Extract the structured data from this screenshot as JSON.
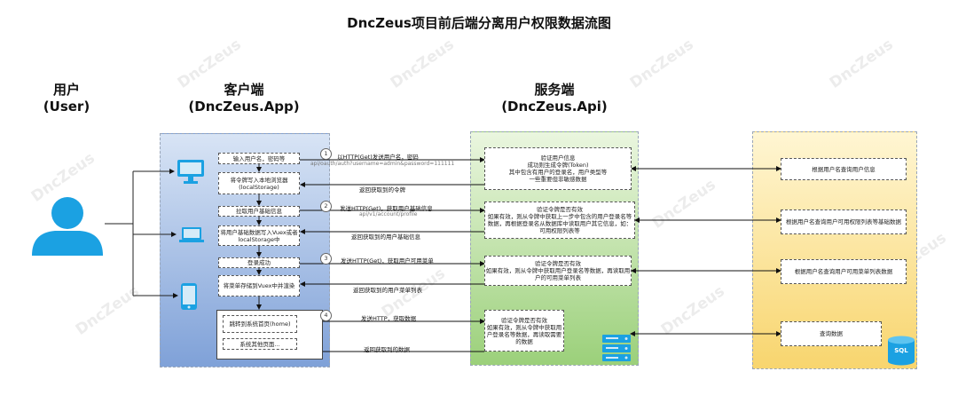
{
  "title": "DncZeus项目前后端分离用户权限数据流图",
  "watermark": "DncZeus",
  "columns": {
    "user": {
      "name": "用户",
      "en": "(User)"
    },
    "client": {
      "name": "客户端",
      "en": "(DncZeus.App)"
    },
    "server": {
      "name": "服务端",
      "en": "(DncZeus.Api)"
    }
  },
  "client_boxes": {
    "login_input": "输入用户名，密码等",
    "store_token": "将令牌写入本地浏览器(localStorage)",
    "pull_basic": "拉取用户基础信息",
    "write_vuex": "将用户基础数据写入Vuex或者localStorage中",
    "login_ok": "登录成功",
    "store_menu": "将菜单存储到Vuex中并渲染",
    "jump_home": "跳转到系统首页(home)",
    "other_pages": "系统其他页面..."
  },
  "server_boxes": {
    "verify_user": "验证用户信息\n成功则生成令牌(Token)\n其中包含有用户的登录名，用户类型等\n一些重要但非敏感数据",
    "verify_token_1": "验证令牌是否有效\n如果有效，则从令牌中获取上一步中包含的用户登录名等数据，再根据登录名从数据库中读取用户其它信息，如：可用权限列表等",
    "verify_token_2": "验证令牌是否有效\n如果有效，则从令牌中获取用户登录名等数据，再读取用户的可用菜单列表",
    "verify_token_3": "验证令牌是否有效\n如果有效，则从令牌中获取用户登录名等数据，再读取需要的数据"
  },
  "db_boxes": {
    "query_user": "根据用户名查询用户信息",
    "query_perm": "根据用户名查询用户可用权限列表等基础数据",
    "query_menu": "根据用户名查询用户可用菜单列表数据",
    "query_data": "查询数据"
  },
  "db_icon_label": "SQL",
  "steps": [
    "1",
    "2",
    "3",
    "4"
  ],
  "arrows": {
    "req1": "以HTTP(Get)发送用户名，密码",
    "req1_url": "api/oauth/auth?username=admin&password=111111",
    "res1": "返回获取到的令牌",
    "req2": "发送HTTP(Get)，获取用户基础信息",
    "req2_url": "api/v1/account/profile",
    "res2": "返回获取到的用户基础信息",
    "req3": "发送HTTP(Get)，获取用户可用菜单",
    "res3": "返回获取到的用户菜单列表",
    "req4": "发送HTTP，获取数据",
    "res4": "返回获取到的数据"
  },
  "colors": {
    "client_panel": "#7fa1d8",
    "server_panel": "#9bd07a",
    "db_panel": "#f8d56e",
    "user_icon": "#1ba1e2",
    "device_icon": "#1ba1e2",
    "sql_icon": "#1ba1e2"
  },
  "icons": [
    "user-icon",
    "desktop-icon",
    "laptop-icon",
    "tablet-icon",
    "server-icon",
    "database-icon"
  ]
}
